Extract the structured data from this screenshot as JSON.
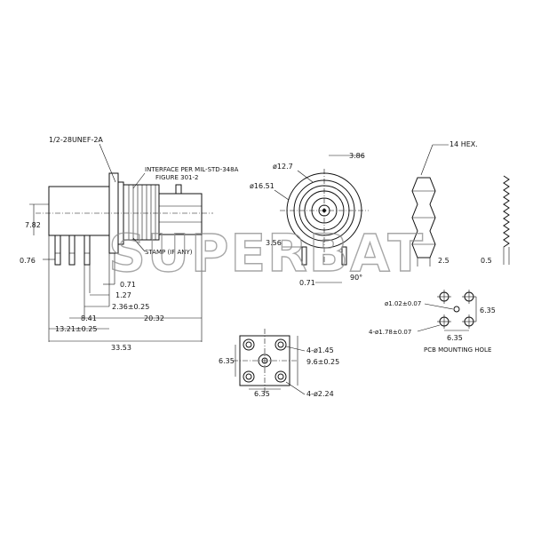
{
  "watermark": "SUPERBAT",
  "side_view": {
    "thread_label": "1/2-28UNEF-2A",
    "interface_label_1": "INTERFACE PER MIL-STD-348A",
    "interface_label_2": "FIGURE 301-2",
    "stamp_label": "STAMP (IF ANY)",
    "dims": {
      "d_7_82": "7.82",
      "d_0_76": "0.76",
      "d_0_71": "0.71",
      "d_1_27": "1.27",
      "d_2_36": "2.36±0.25",
      "d_8_41": "8.41",
      "d_20_32": "20.32",
      "d_13_21": "13.21±0.25",
      "d_33_53": "33.53"
    }
  },
  "front_view": {
    "dims": {
      "d_12_7": "ø12.7",
      "d_3_86": "3.86",
      "d_16_51": "ø16.51",
      "d_3_56": "3.56",
      "d_0_71": "0.71",
      "d_90": "90°"
    }
  },
  "hex_nut": {
    "hex_label": "14 HEX.",
    "d_2_5": "2.5"
  },
  "washer": {
    "d_0_5": "0.5"
  },
  "bottom_view": {
    "dims": {
      "d_6_35_v": "6.35",
      "d_1_45": "4-ø1.45",
      "d_9_6": "9.6±0.25",
      "d_6_35_h": "6.35",
      "d_2_24": "4-ø2.24"
    }
  },
  "pcb": {
    "d_1_02": "ø1.02±0.07",
    "d_6_35_v": "6.35",
    "d_1_78": "4-ø1.78±0.07",
    "d_6_35_h": "6.35",
    "title": "PCB MOUNTING HOLE"
  }
}
